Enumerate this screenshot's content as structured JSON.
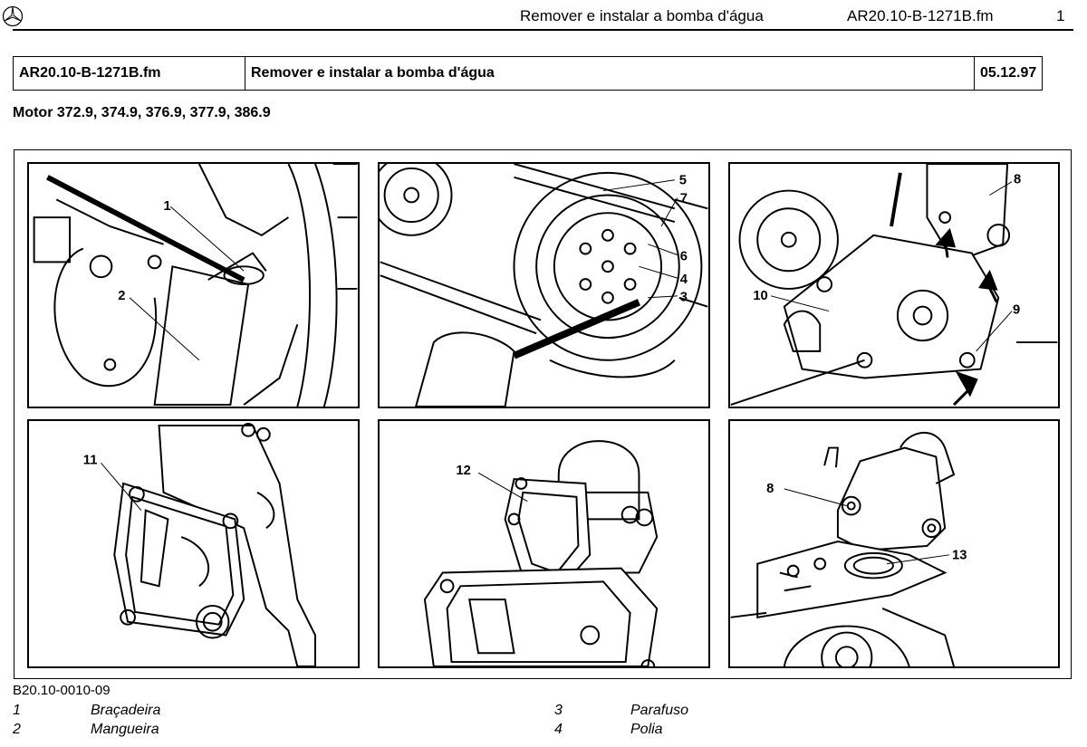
{
  "header": {
    "title": "Remover e instalar a bomba d'água",
    "file": "AR20.10-B-1271B.fm",
    "page": "1"
  },
  "info_table": {
    "doc_code": "AR20.10-B-1271B.fm",
    "title": "Remover e instalar a bomba d'água",
    "date": "05.12.97"
  },
  "engines": "Motor 372.9, 374.9, 376.9, 377.9, 386.9",
  "figure": {
    "code": "B20.10-0010-09",
    "panel_1_callouts": [
      "1",
      "2"
    ],
    "panel_2_callouts": [
      "5",
      "7",
      "6",
      "4",
      "3"
    ],
    "panel_3_callouts": [
      "8",
      "10",
      "9"
    ],
    "panel_4_callouts": [
      "11"
    ],
    "panel_5_callouts": [
      "12"
    ],
    "panel_6_callouts": [
      "8",
      "13"
    ]
  },
  "legend": [
    {
      "num": "1",
      "label": "Braçadeira"
    },
    {
      "num": "2",
      "label": "Mangueira"
    },
    {
      "num": "3",
      "label": "Parafuso"
    },
    {
      "num": "4",
      "label": "Polia"
    }
  ]
}
